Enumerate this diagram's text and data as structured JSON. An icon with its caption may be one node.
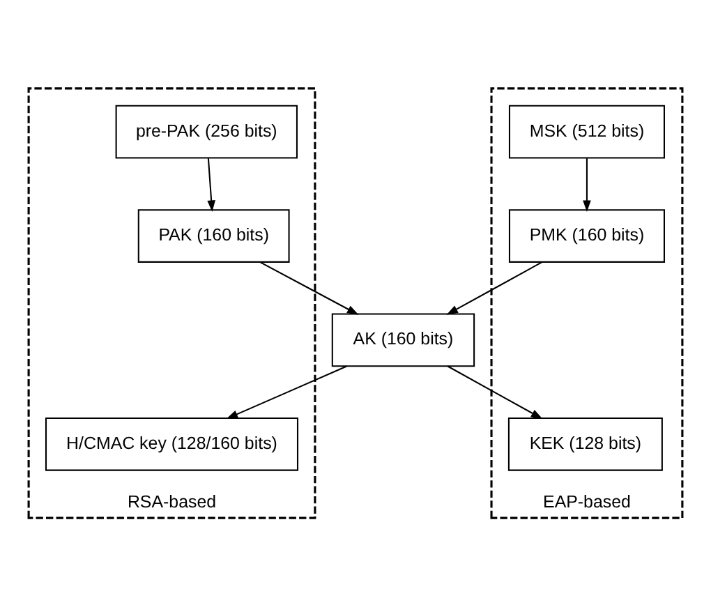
{
  "diagram": {
    "nodes": [
      {
        "text": [
          "RSA-based"
        ]
      },
      {
        "text": [
          "pre-PAK (256 bits)"
        ],
        "in": 0
      },
      {
        "text": [
          "PAK (160 bits)"
        ],
        "in": 0
      },
      {
        "text": [
          "EAP-based"
        ]
      },
      {
        "text": [
          "MSK (512 bits)"
        ],
        "in": 3
      },
      {
        "text": [
          "PMK (160 bits)"
        ],
        "in": 3
      },
      {
        "text": [
          "AK (160 bits)"
        ]
      },
      {
        "text": [
          "H/CMAC key (128/160 bits)"
        ],
        "in": 0
      },
      {
        "text": [
          "KEK (128 bits)"
        ],
        "in": 3
      }
    ],
    "edges": [
      {
        "from": 1,
        "to": 2,
        "arrow": "to"
      },
      {
        "from": 4,
        "to": 5,
        "arrow": "to"
      },
      {
        "from": 2,
        "to": 6,
        "arrow": "to"
      },
      {
        "from": 5,
        "to": 6,
        "arrow": "to"
      },
      {
        "from": 6,
        "to": 7,
        "arrow": "to"
      },
      {
        "from": 6,
        "to": 8,
        "arrow": "to"
      }
    ]
  }
}
